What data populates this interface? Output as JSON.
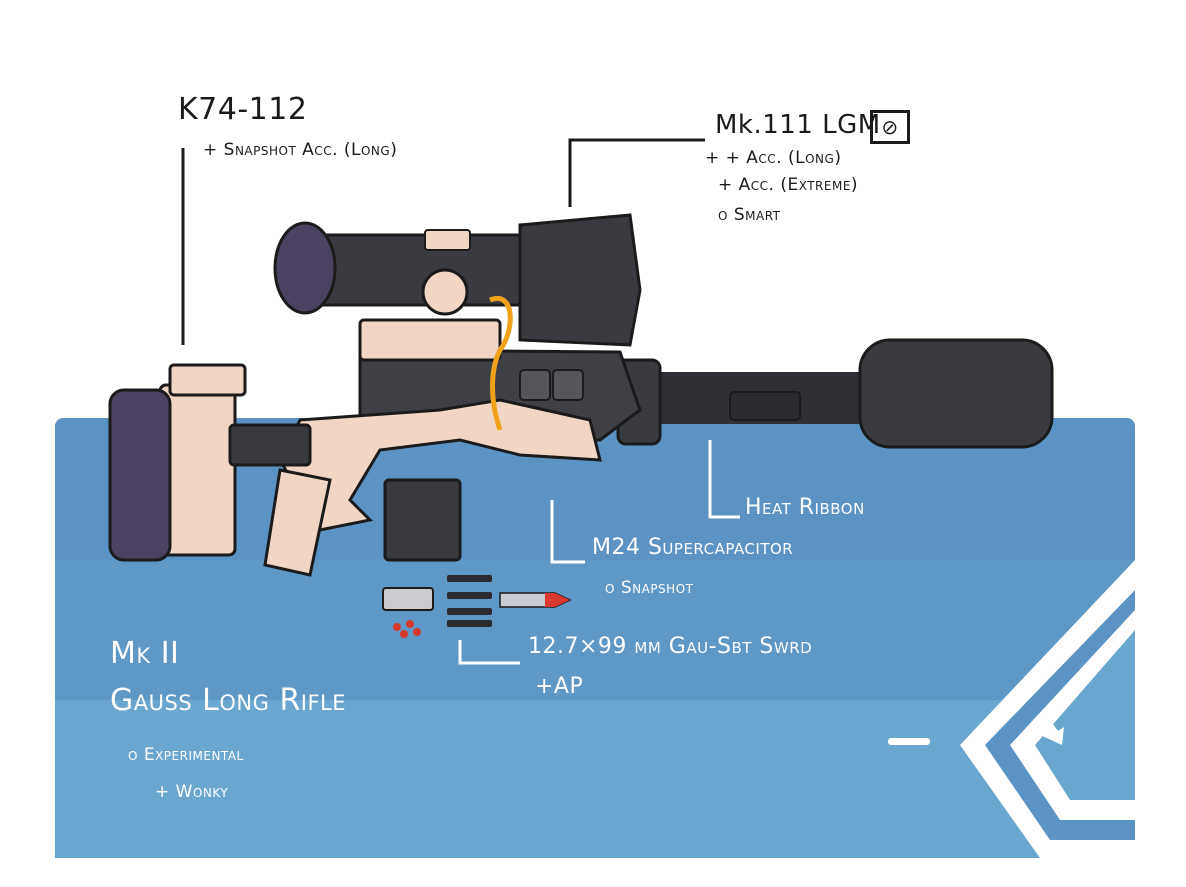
{
  "colors": {
    "table_blue": "#5a93c4",
    "table_blue_light": "#69a7d0",
    "table_blue_dark": "#34609a",
    "gun_black": "#3a3b40",
    "gun_tan": "#f1d6c5",
    "wire_orange": "#f0a21a",
    "tip_red": "#d63a2c",
    "ink": "#1b1b1b"
  },
  "labels": {
    "stock": {
      "name": "K74-112",
      "traits": [
        "+ Snapshot Acc. (Long)"
      ]
    },
    "scope": {
      "name": "Mk.111 LGM",
      "traits": [
        "+ + Acc. (Long)",
        "+ Acc. (Extreme)",
        "o Smart"
      ]
    },
    "barrel": {
      "name": "Heat Ribbon"
    },
    "capacitor": {
      "name": "M24 Supercapacitor",
      "traits": [
        "o Snapshot"
      ]
    },
    "ammo": {
      "name": "12.7×99 mm Gau-Sbt Swrd",
      "traits": [
        "+AP"
      ]
    },
    "weapon": {
      "line1": "Mk II",
      "line2": "Gauss Long Rifle",
      "traits": [
        "o Experimental",
        "+ Wonky"
      ]
    },
    "scope_badge": "⊘"
  },
  "icons": [
    "scope-badge-icon",
    "gear-box-icon",
    "logo-emblem-icon",
    "ammo-round-icon"
  ]
}
